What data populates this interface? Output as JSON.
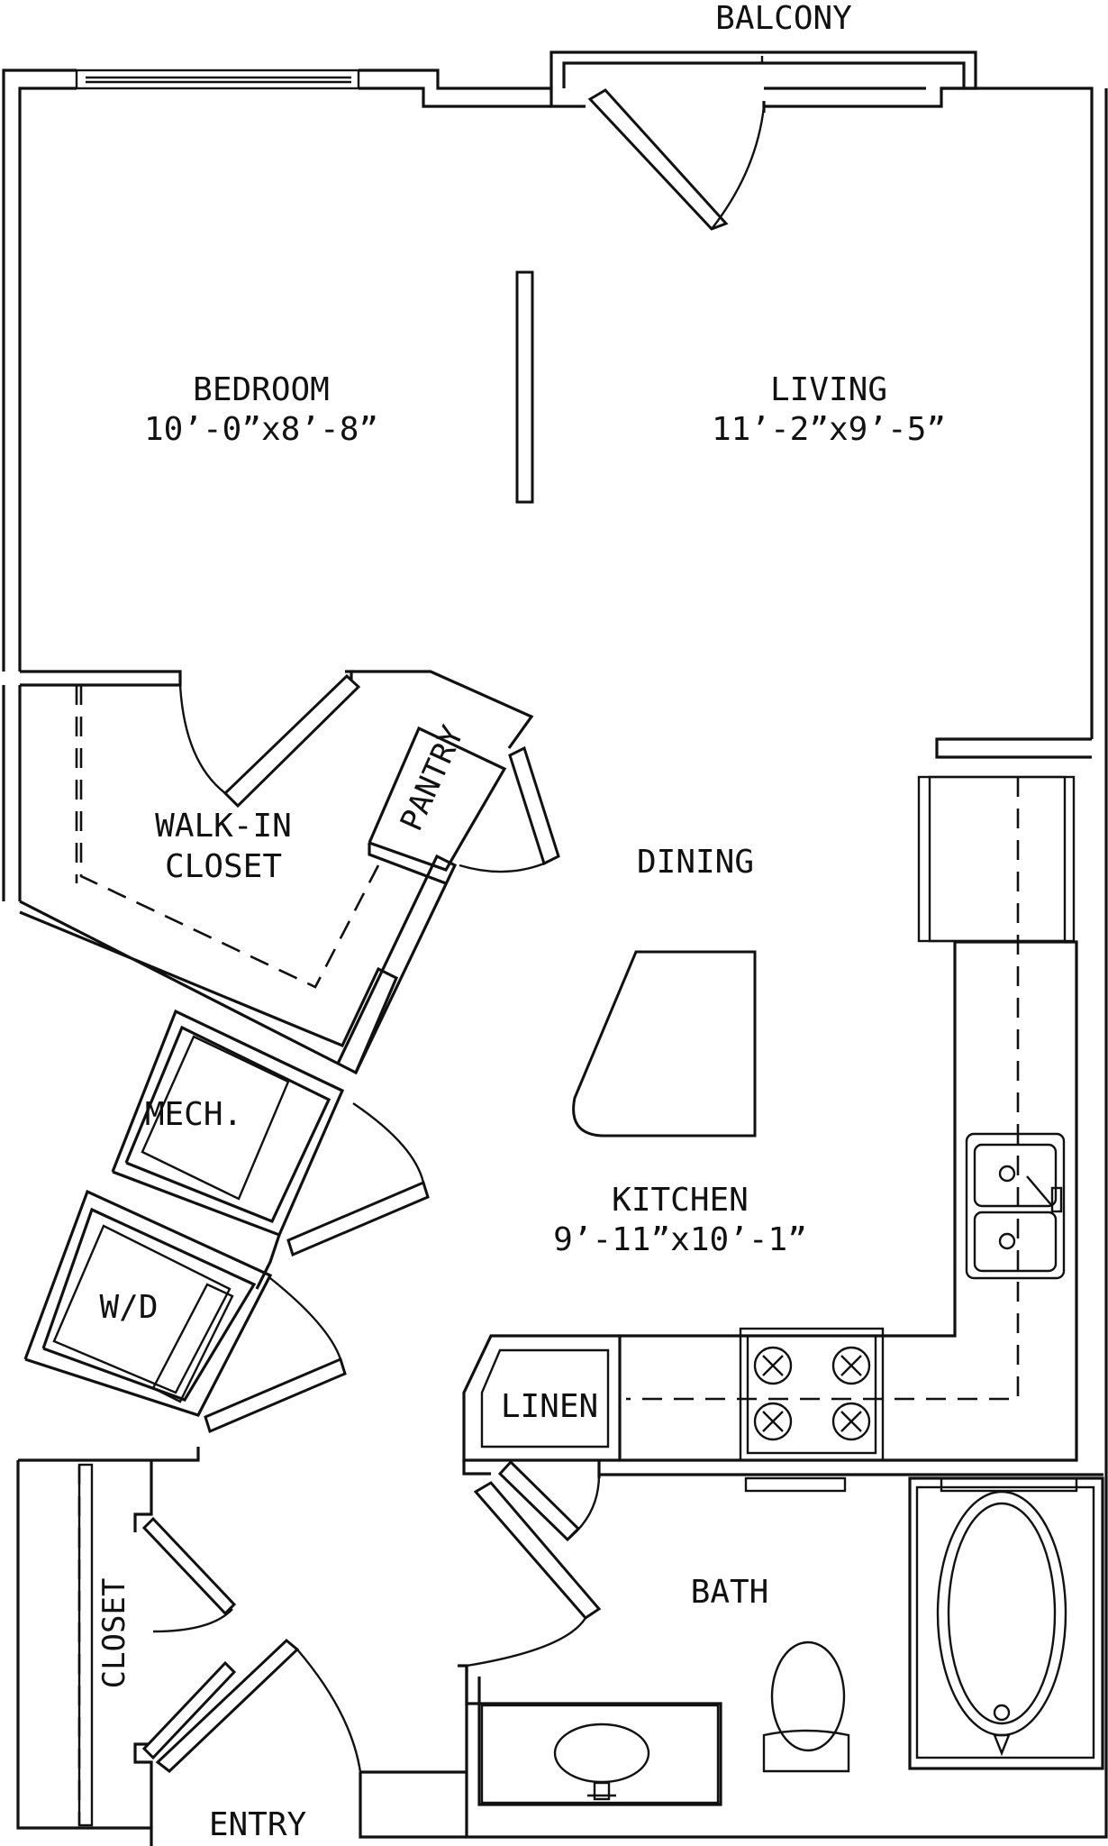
{
  "rooms": {
    "balcony": {
      "name": "BALCONY"
    },
    "bedroom": {
      "name": "BEDROOM",
      "dims": "10’-0”x8’-8”"
    },
    "living": {
      "name": "LIVING",
      "dims": "11’-2”x9’-5”"
    },
    "walkin_closet": {
      "line1": "WALK-IN",
      "line2": "CLOSET"
    },
    "pantry": {
      "name": "PANTRY"
    },
    "dining": {
      "name": "DINING"
    },
    "mech": {
      "name": "MECH."
    },
    "kitchen": {
      "name": "KITCHEN",
      "dims": "9’-11”x10’-1”"
    },
    "wd": {
      "name": "W/D"
    },
    "linen": {
      "name": "LINEN"
    },
    "bath": {
      "name": "BATH"
    },
    "closet": {
      "name": "CLOSET"
    },
    "entry": {
      "name": "ENTRY"
    }
  },
  "icons": [
    "door-swing-icon",
    "window-icon",
    "range-burner-icon",
    "sink-icon",
    "toilet-icon",
    "bathtub-icon",
    "vanity-sink-icon"
  ]
}
